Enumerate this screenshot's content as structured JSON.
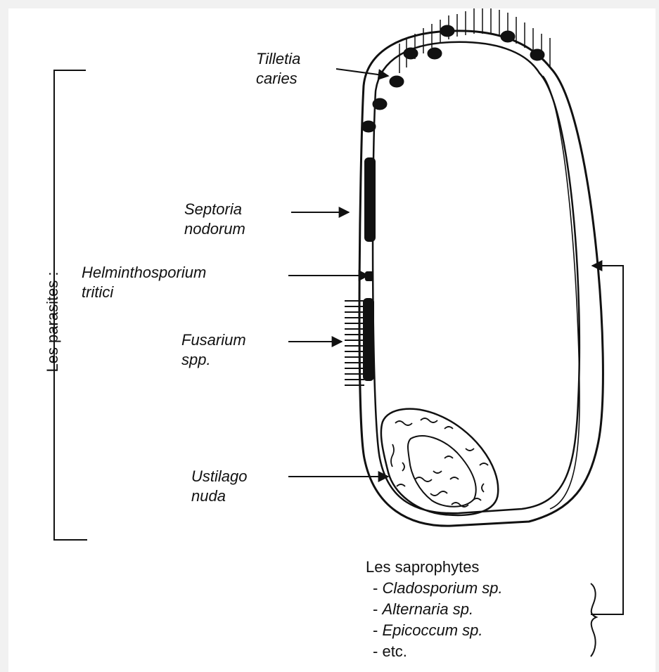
{
  "parasites": {
    "title": "Les parasites :",
    "items": [
      {
        "line1": "Tilletia",
        "line2": "caries"
      },
      {
        "line1": "Septoria",
        "line2": "nodorum"
      },
      {
        "line1": "Helminthosporium",
        "line2": "tritici"
      },
      {
        "line1": "Fusarium",
        "line2": "spp."
      },
      {
        "line1": "Ustilago",
        "line2": "nuda"
      }
    ]
  },
  "saprophytes": {
    "title": "Les saprophytes",
    "items": [
      {
        "dash": "- ",
        "name": "Cladosporium sp."
      },
      {
        "dash": "- ",
        "name": "Alternaria sp."
      },
      {
        "dash": "- ",
        "name": "Epicoccum sp."
      },
      {
        "dash": "- ",
        "name": "etc."
      }
    ]
  },
  "colors": {
    "ink": "#111111",
    "background": "#ffffff",
    "frame": "#f1f1f1"
  }
}
